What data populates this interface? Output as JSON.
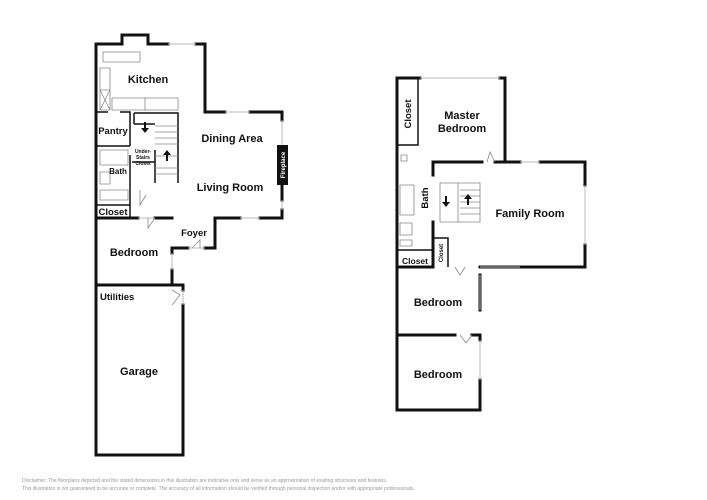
{
  "ground_floor": {
    "rooms": {
      "kitchen": "Kitchen",
      "pantry": "Pantry",
      "dining": "Dining Area",
      "under_stairs": [
        "Under-",
        "Stairs",
        "Closet"
      ],
      "bath": "Bath",
      "living": "Living Room",
      "fireplace": "Fireplace",
      "closet": "Closet",
      "foyer": "Foyer",
      "bedroom": "Bedroom",
      "utilities": "Utilities",
      "garage": "Garage"
    }
  },
  "upper_floor": {
    "rooms": {
      "closet_master": "Closet",
      "master": [
        "Master",
        "Bedroom"
      ],
      "bath": "Bath",
      "family": "Family Room",
      "closet_left": "Closet",
      "closet_small": "Closet",
      "bedroom1": "Bedroom",
      "bedroom2": "Bedroom"
    }
  },
  "disclaimer": [
    "Disclaimer: The floorplans depicted and the stated dimensions in this illustration are indicative only and serve as an approximation of existing structures and features.",
    "This illustration is not guaranteed to be accurate or complete. The accuracy of all information should be verified through personal inspection and/or with appropriate professionals."
  ]
}
